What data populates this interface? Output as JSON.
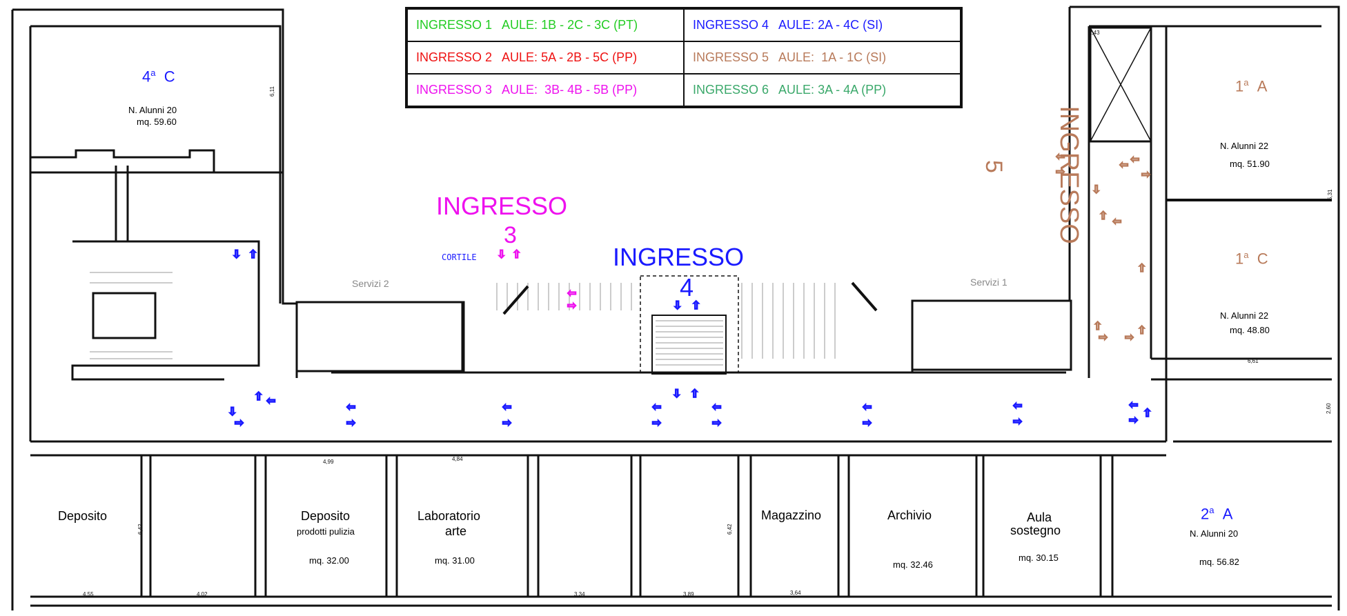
{
  "legend": {
    "entries": [
      {
        "text": "INGRESSO 1   AULE: 1B - 2C - 3C (PT)",
        "color": "#22cc22"
      },
      {
        "text": "INGRESSO 4   AULE: 2A - 4C (SI)",
        "color": "#1a1aff"
      },
      {
        "text": "INGRESSO 2   AULE: 5A - 2B - 5C (PP)",
        "color": "#ee1111"
      },
      {
        "text": "INGRESSO 5   AULE:  1A - 1C (SI)",
        "color": "#b87a5a"
      },
      {
        "text": "INGRESSO 3   AULE:  3B- 4B - 5B (PP)",
        "color": "#ee11ee"
      },
      {
        "text": "INGRESSO 6   AULE: 3A - 4A (PP)",
        "color": "#3aa86a"
      }
    ]
  },
  "entrances": {
    "ingresso3": {
      "word": "INGRESSO",
      "number": "3",
      "color": "#ee11ee"
    },
    "ingresso4": {
      "word": "INGRESSO",
      "number": "4",
      "color": "#1a1aff"
    },
    "ingresso5": {
      "word": "INGRESSO",
      "number": "5",
      "color": "#b87a5a"
    }
  },
  "rooms": {
    "r4c": {
      "name": "4",
      "sup": "a",
      "letter": "C",
      "students": "N. Alunni 20",
      "area": "mq. 59.60"
    },
    "r1a": {
      "name": "1",
      "sup": "a",
      "letter": "A",
      "students": "N. Alunni 22",
      "area": "mq. 51.90"
    },
    "r1c": {
      "name": "1",
      "sup": "a",
      "letter": "C",
      "students": "N. Alunni 22",
      "area": "mq. 48.80"
    },
    "r2a": {
      "name": "2",
      "sup": "a",
      "letter": "A",
      "students": "N. Alunni 20",
      "area": "mq. 56.82"
    },
    "deposito1": {
      "name": "Deposito"
    },
    "deposito2": {
      "name": "Deposito",
      "sub": "prodotti pulizia",
      "area": "mq.  32.00"
    },
    "laboratorio": {
      "line1": "Laboratorio",
      "line2": "arte",
      "area": "mq. 31.00"
    },
    "magazzino": {
      "name": "Magazzino"
    },
    "archivio": {
      "name": "Archivio",
      "area": "mq. 32.46"
    },
    "sostegno": {
      "line1": "Aula",
      "line2": "sostegno",
      "area": "mq. 30.15"
    }
  },
  "labels": {
    "cortile": "CORTILE",
    "servizi1": "Servizi 1",
    "servizi2": "Servizi 2"
  },
  "dimensions": [
    "6,11",
    "2,43",
    "5,31",
    "6,61",
    "2,60",
    "4,99",
    "4,84",
    "6,42",
    "6,42",
    "4,55",
    "4,02",
    "3,34",
    "3,89",
    "3,64"
  ],
  "colors": {
    "wall": "#111111",
    "arrow_blue": "#1a1aff",
    "arrow_magenta": "#ee11ee",
    "arrow_brown": "#b87a5a",
    "room_blue": "#1a1aff",
    "room_brown": "#b87a5a"
  }
}
